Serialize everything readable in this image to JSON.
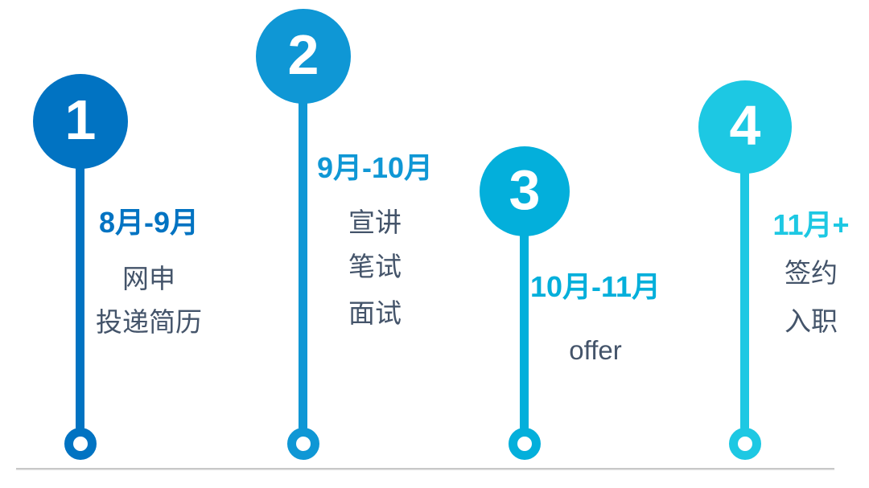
{
  "background": "#ffffff",
  "text_color": "#44546a",
  "divider": {
    "color": "#c8c8c8"
  },
  "steps": [
    {
      "number": "1",
      "color": "#0173c2",
      "date": "8月-9月",
      "items": [
        "网申",
        "投递简历"
      ]
    },
    {
      "number": "2",
      "color": "#0f97d5",
      "date": "9月-10月",
      "items": [
        "宣讲",
        "笔试",
        "面试"
      ]
    },
    {
      "number": "3",
      "color": "#03afdb",
      "date": "10月-11月",
      "items": [
        "offer"
      ]
    },
    {
      "number": "4",
      "color": "#1dc8e3",
      "date": "11月+",
      "items": [
        "签约",
        "入职"
      ]
    }
  ]
}
